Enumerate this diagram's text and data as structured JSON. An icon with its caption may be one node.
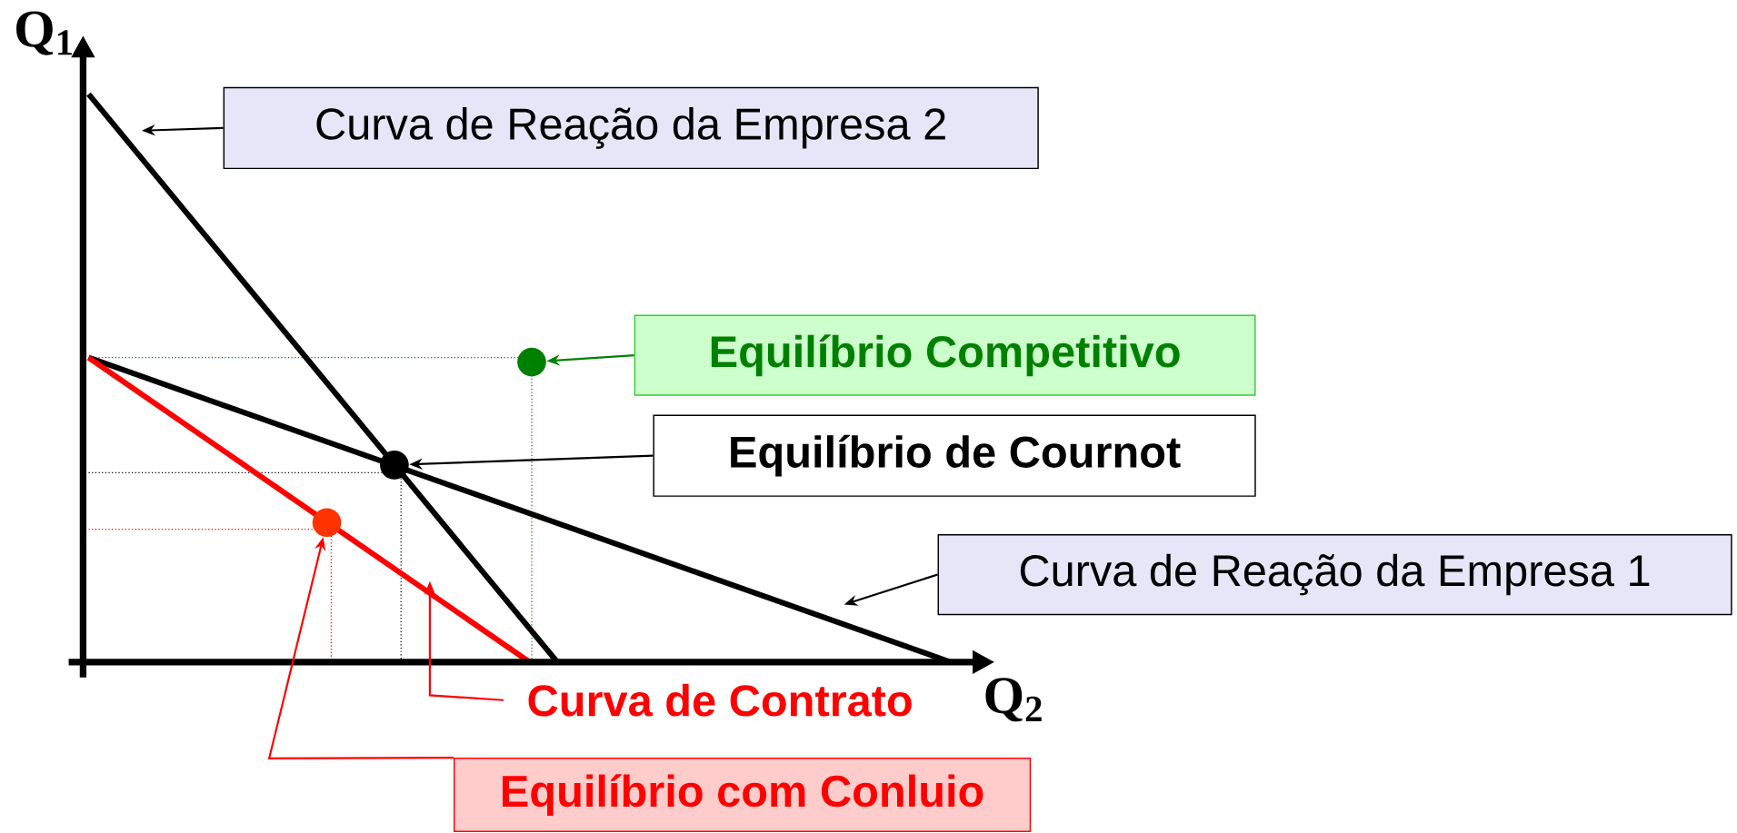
{
  "diagram": {
    "nodes": [
      {
        "text": [
          "Curva de Reação da Empresa 2"
        ]
      },
      {
        "text": [
          "Equilíbrio Competitivo"
        ]
      },
      {
        "text": [
          "Equilíbrio de Cournot"
        ]
      },
      {
        "text": [
          "Curva de Reação da Empresa 1"
        ]
      },
      {
        "text": [
          "Curva de Contrato"
        ]
      },
      {
        "text": [
          "Equilíbrio com Conluio"
        ]
      },
      {
        "text": [],
        "shape": "circle"
      },
      {
        "text": [],
        "shape": "circle"
      },
      {
        "text": [],
        "shape": "circle"
      }
    ],
    "edges": [
      {
        "from": 0,
        "to": null,
        "arrow": "to"
      },
      {
        "from": 1,
        "to": 6,
        "arrow": "to",
        "color": "#008000"
      },
      {
        "from": 2,
        "to": 7,
        "arrow": "to"
      },
      {
        "from": 3,
        "to": null,
        "arrow": "to"
      },
      {
        "from": 4,
        "to": null,
        "arrow": "to",
        "color": "#ff0000"
      },
      {
        "from": 5,
        "to": 8,
        "arrow": "to",
        "color": "#ff0000"
      }
    ],
    "labels": [
      "Q$_{1}$",
      "Q$_{2}$"
    ]
  }
}
